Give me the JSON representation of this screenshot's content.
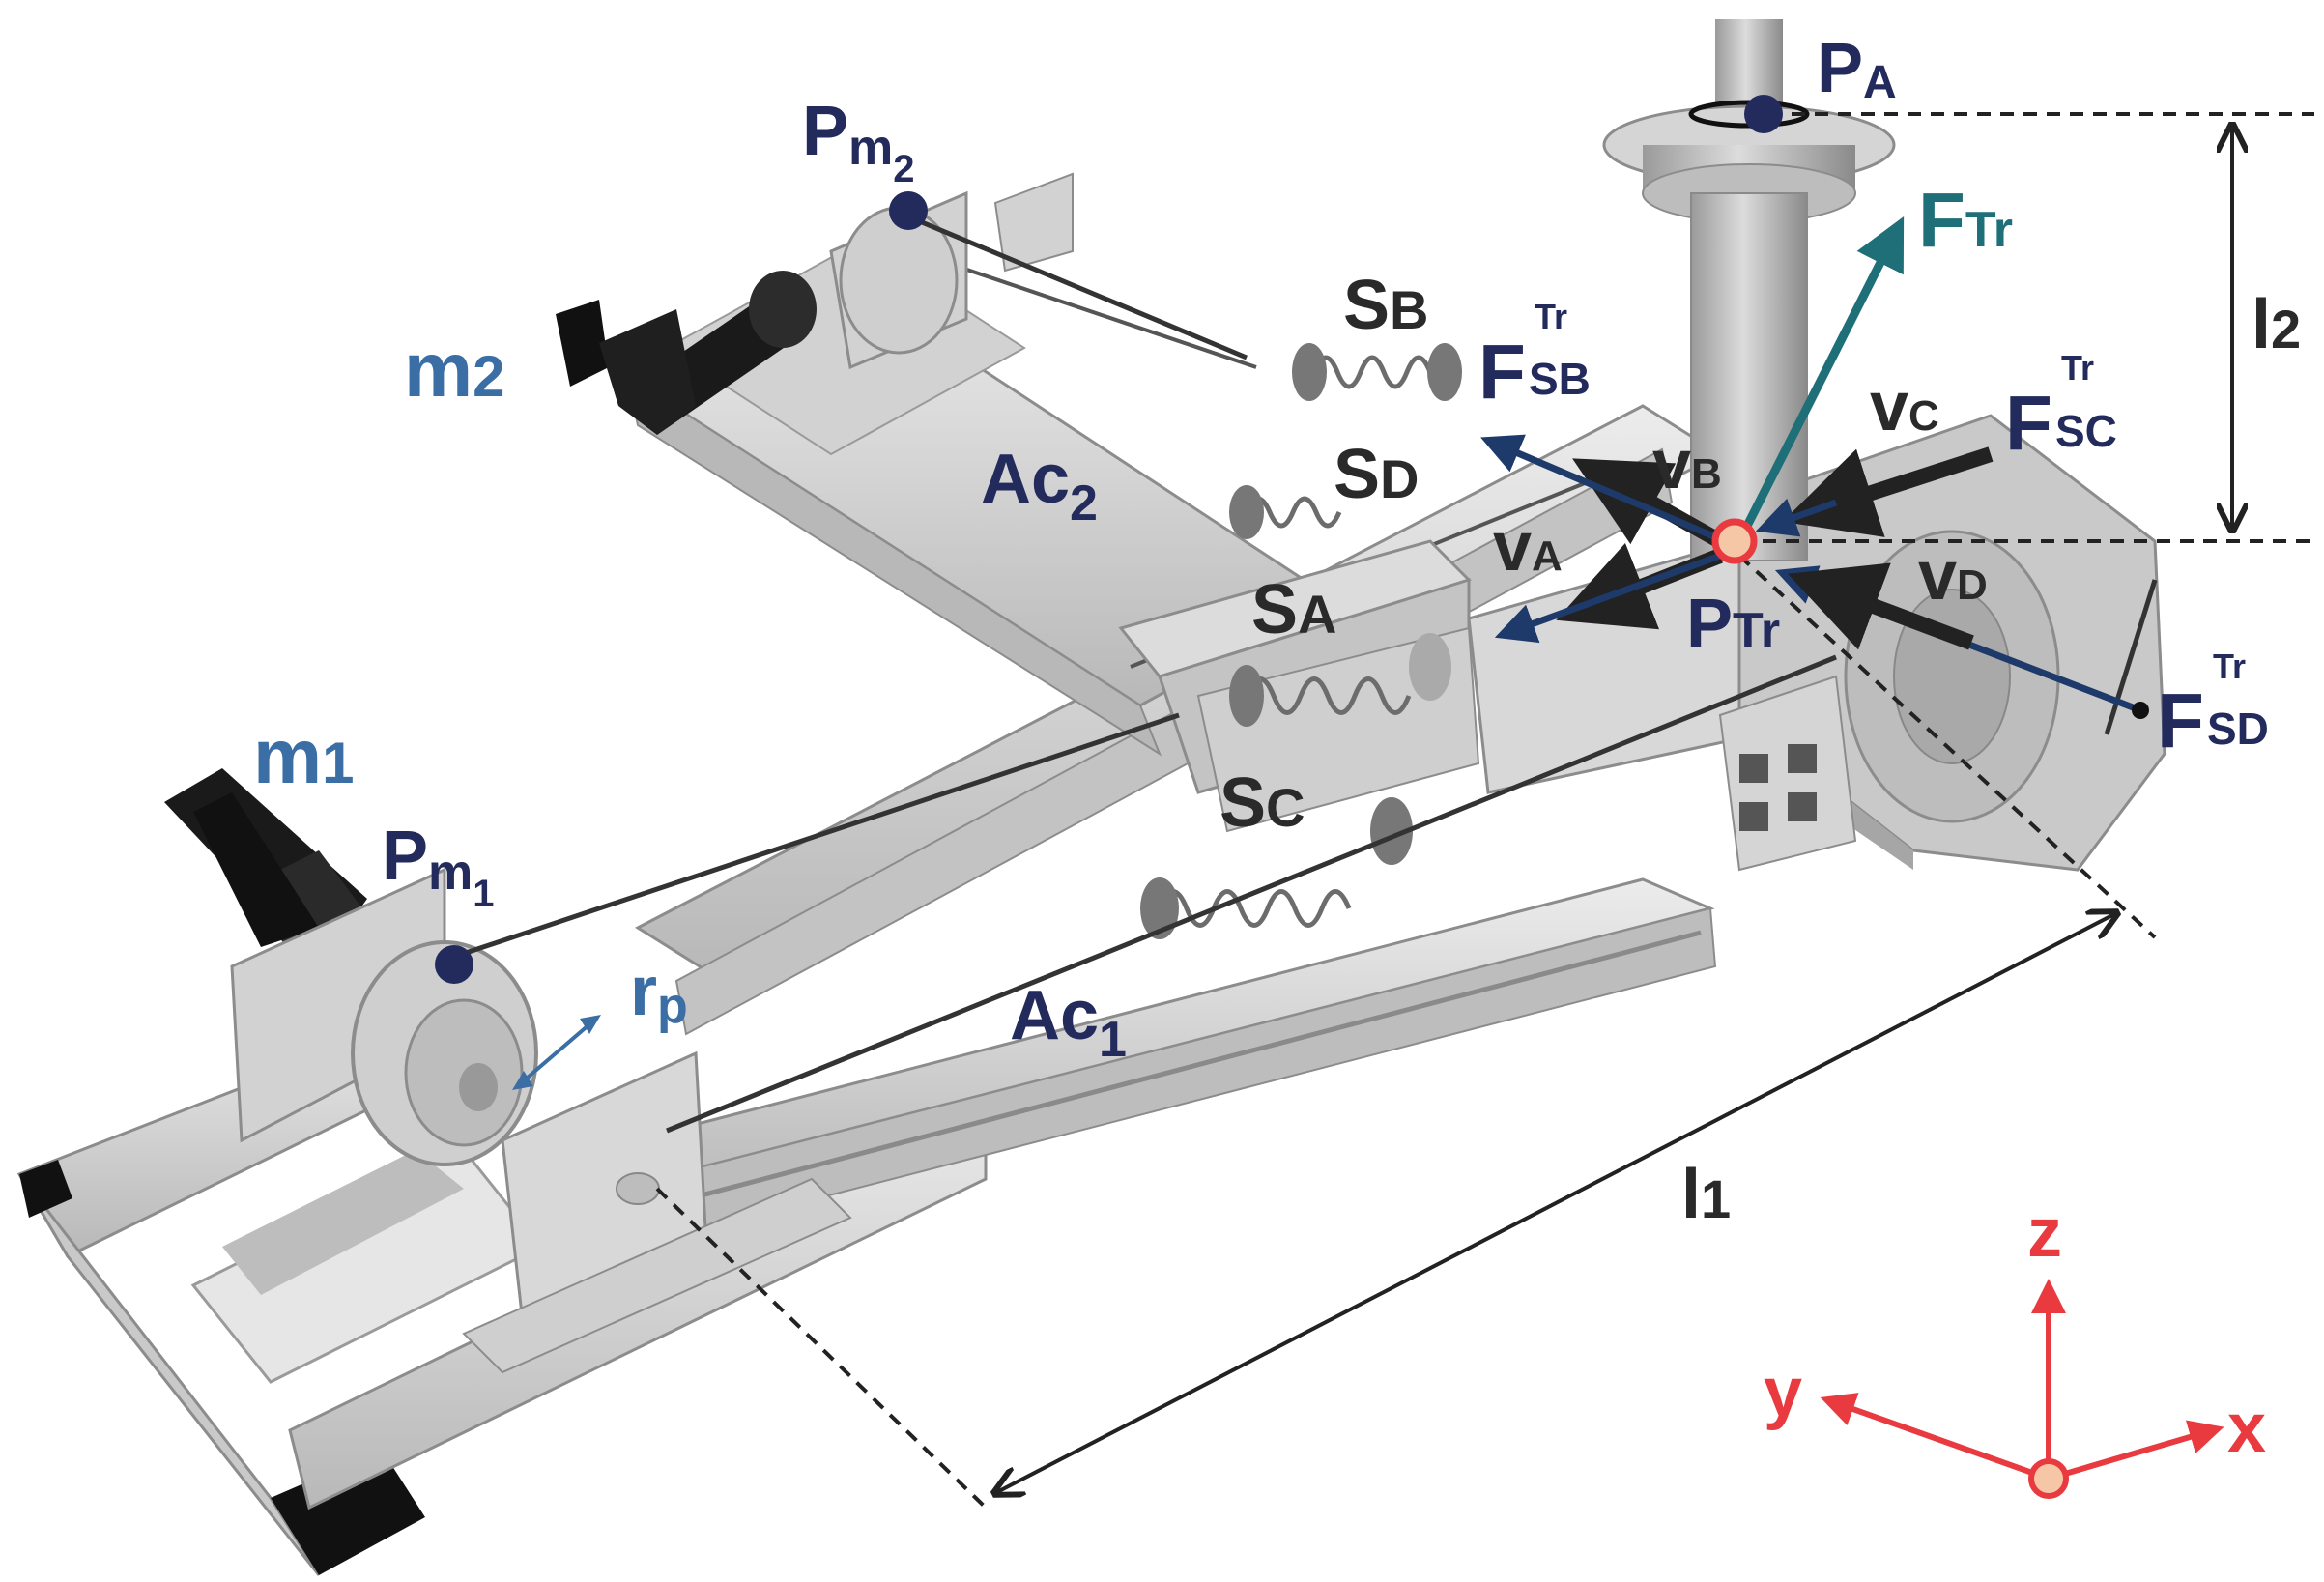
{
  "labels": {
    "P_A": "P",
    "P_A_sub": "A",
    "P_m2": "P",
    "P_m2_sub": "m",
    "P_m2_sub2": "2",
    "P_m1": "P",
    "P_m1_sub": "m",
    "P_m1_sub2": "1",
    "P_Tr": "P",
    "P_Tr_sub": "Tr",
    "m2": "m",
    "m2_sub": "2",
    "m1": "m",
    "m1_sub": "1",
    "Ac2": "Ac",
    "Ac2_sub": "2",
    "Ac1": "Ac",
    "Ac1_sub": "1",
    "SB": "S",
    "SB_sub": "B",
    "SD": "S",
    "SD_sub": "D",
    "SA": "S",
    "SA_sub": "A",
    "SC": "S",
    "SC_sub": "C",
    "vA": "v",
    "vA_sub": "A",
    "vB": "v",
    "vB_sub": "B",
    "vC": "v",
    "vC_sub": "C",
    "vD": "v",
    "vD_sub": "D",
    "F_Tr": "F",
    "F_Tr_sub": "Tr",
    "F_SB": "F",
    "F_SB_sub": "SB",
    "F_SB_sup": "Tr",
    "F_SC": "F",
    "F_SC_sub": "SC",
    "F_SC_sup": "Tr",
    "F_SD": "F",
    "F_SD_sub": "SD",
    "F_SD_sup": "Tr",
    "rp": "r",
    "rp_sub": "p",
    "l1": "l",
    "l1_sub": "1",
    "l2": "l",
    "l2_sub": "2",
    "axis_z": "z",
    "axis_y": "y",
    "axis_x": "x"
  },
  "colors": {
    "navy": "#232a5c",
    "blue": "#3a6ea5",
    "teal": "#1f6f78",
    "dark": "#2a2a2a",
    "red": "#e83a3f",
    "point_fill": "#f6c7a7"
  }
}
